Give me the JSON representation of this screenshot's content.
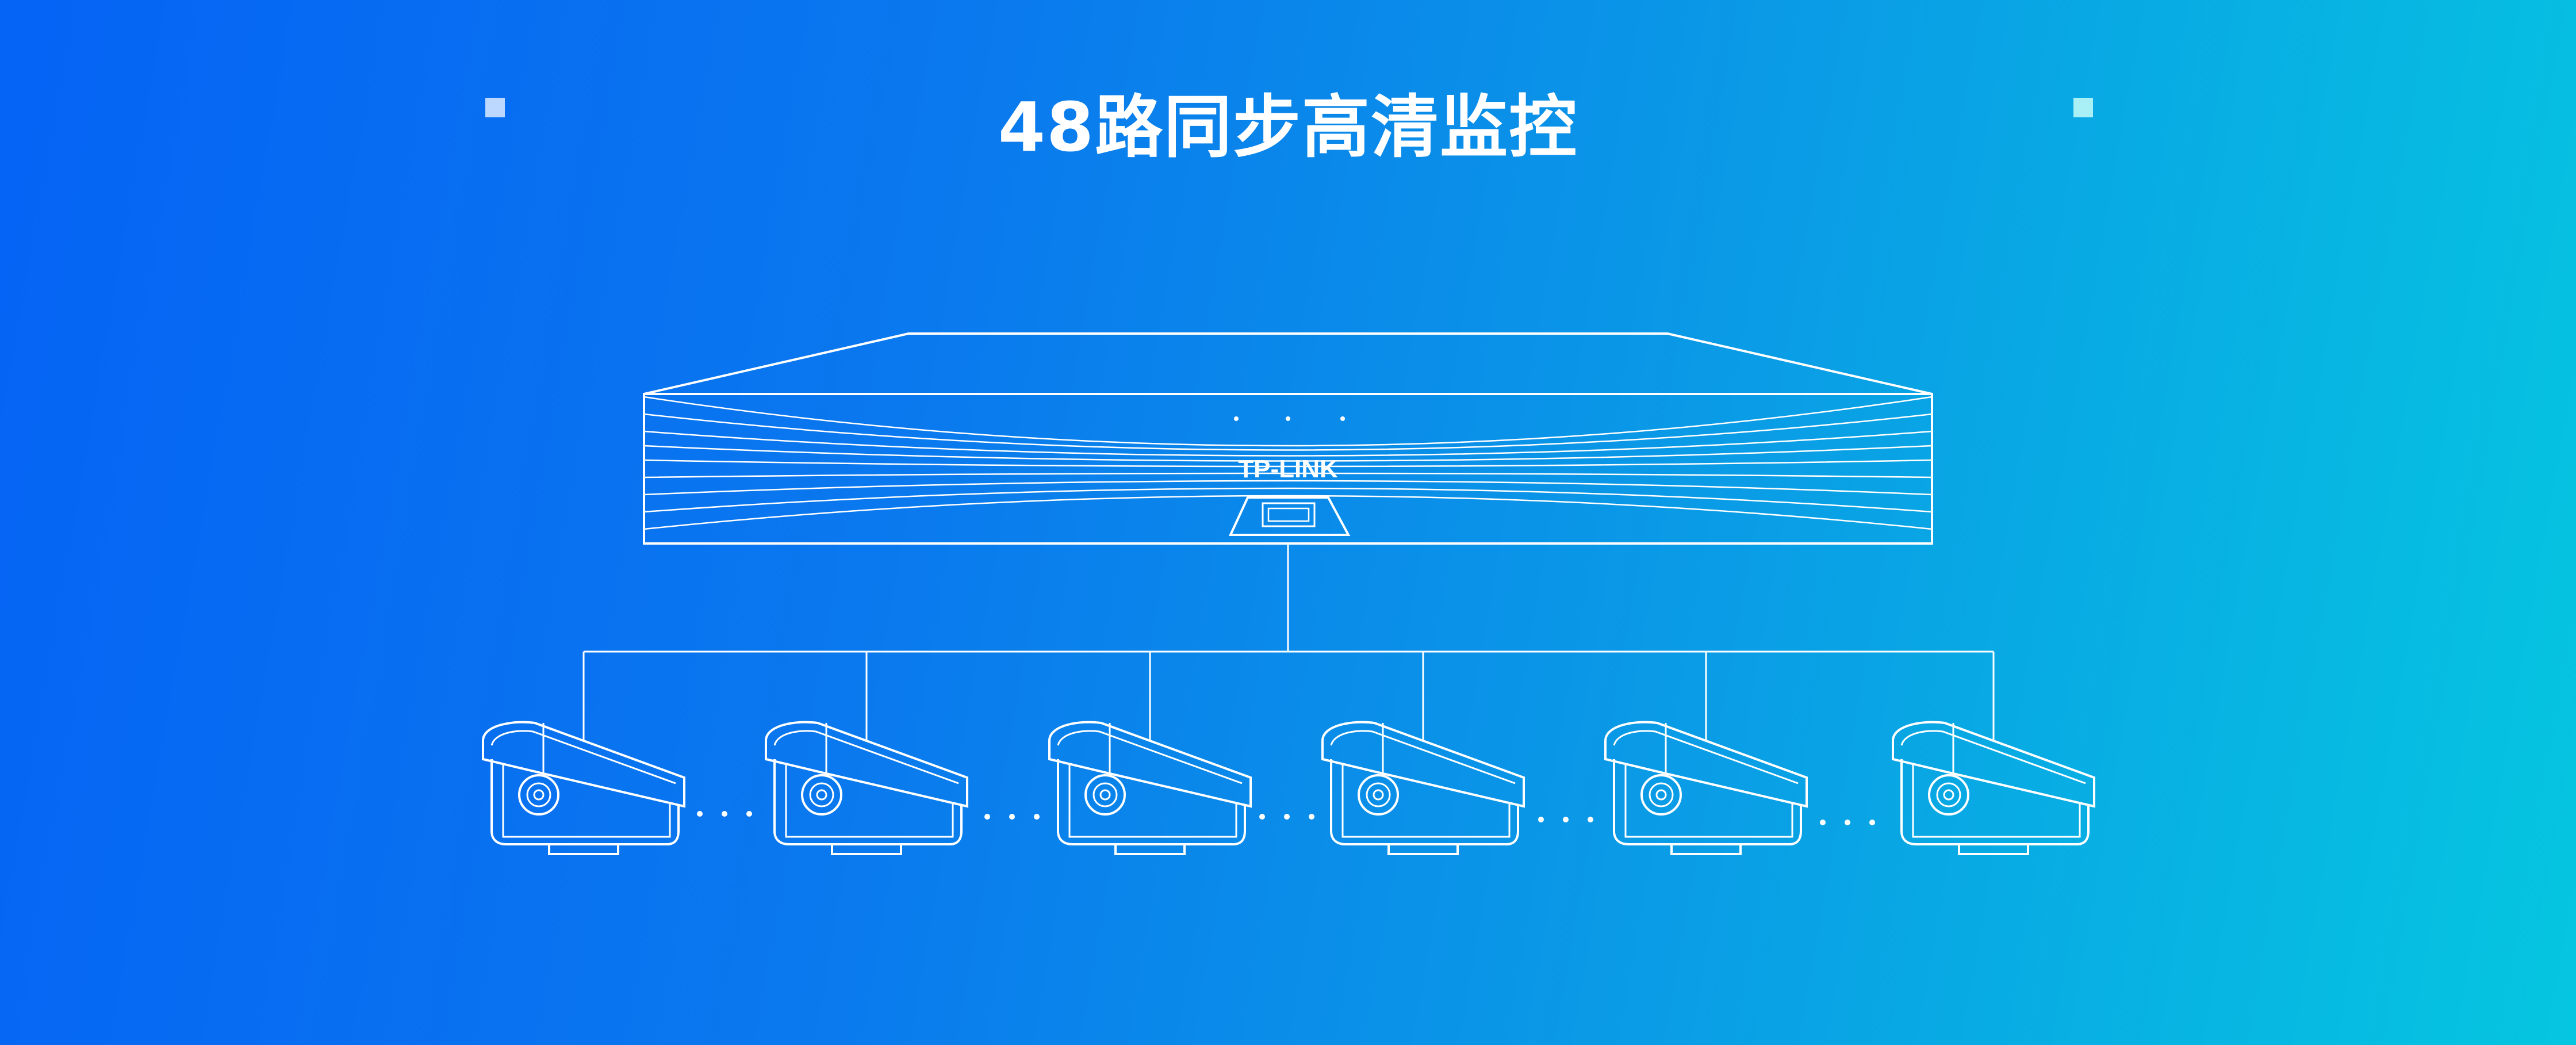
{
  "title": "48路同步高清监控",
  "nvr": {
    "brand": "TP-LINK"
  },
  "cameras": {
    "count": 6,
    "gap_marker": "···"
  },
  "colors": {
    "gradient_start": "#0563f5",
    "gradient_end": "#05c6e0",
    "line": "#ffffff",
    "deco_left": "#bcd8ff",
    "deco_right": "#a8f0f6"
  },
  "icons": [
    "nvr-recorder-icon",
    "bullet-camera-icon",
    "usb-port-icon"
  ]
}
